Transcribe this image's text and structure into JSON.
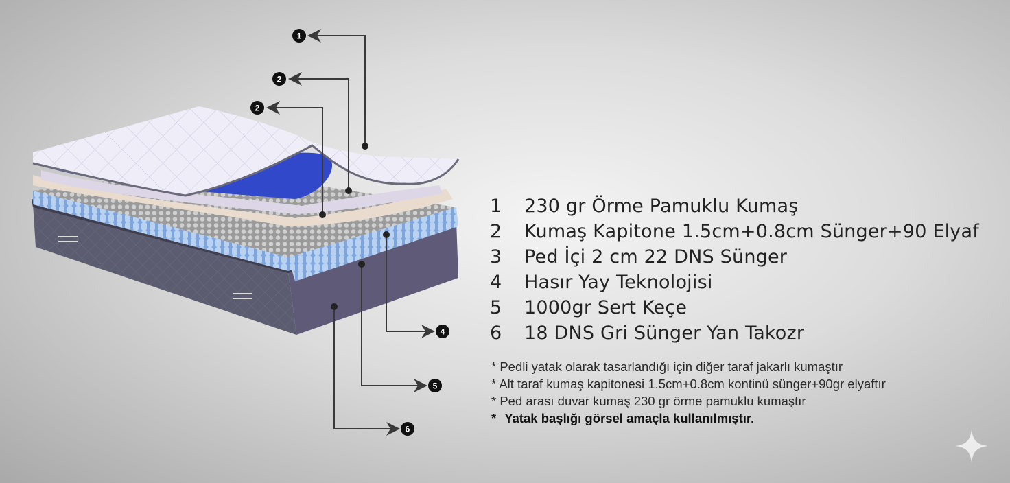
{
  "callouts": [
    "1",
    "2",
    "2",
    "4",
    "5",
    "6"
  ],
  "legend": [
    {
      "num": "1",
      "label": "230 gr Örme Pamuklu Kumaş"
    },
    {
      "num": "2",
      "label": "Kumaş Kapitone 1.5cm+0.8cm Sünger+90 Elyaf"
    },
    {
      "num": "3",
      "label": "Ped İçi 2 cm 22 DNS Sünger"
    },
    {
      "num": "4",
      "label": "Hasır Yay Teknolojisi"
    },
    {
      "num": "5",
      "label": "1000gr Sert Keçe"
    },
    {
      "num": "6",
      "label": "18 DNS Gri Sünger Yan Takozr"
    }
  ],
  "notes": [
    "* Pedli yatak olarak tasarlandığı için diğer taraf jakarlı kumaştır",
    "* Alt taraf kumaş kapitonesi 1.5cm+0.8cm kontinü sünger+90gr elyaftır",
    "* Ped arası duvar kumaş 230 gr örme pamuklu kumaştır"
  ],
  "note_bold": {
    "star": "*",
    "text": "Yatak başlığı görsel amaçla kullanılmıştır."
  },
  "colors": {
    "callout": "#111111",
    "line": "#3a3a3a",
    "fabric": "#ecebf6",
    "foam": "#2f44c8",
    "springs": "#8fb4e6",
    "base": "#55556a"
  }
}
